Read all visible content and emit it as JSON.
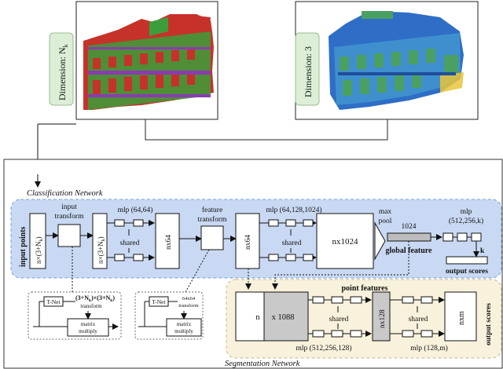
{
  "top": {
    "left_dimension_label": "Dimension: N",
    "left_dimension_sub": "k",
    "right_dimension_label": "Dimension: 3"
  },
  "classification": {
    "title": "Classification Network",
    "input_points": "input points",
    "input_matrix": "n×(3+N",
    "input_matrix_sub": "k",
    "input_transform": [
      "input",
      "transform"
    ],
    "transformed_matrix": "n×(3+N",
    "transformed_matrix_sub": "k",
    "mlp1": "mlp (64,64)",
    "shared1": "shared",
    "nx64a": "nx64",
    "feature_transform": [
      "feature",
      "transform"
    ],
    "nx64b": "nx64",
    "mlp2": "mlp (64,128,1024)",
    "shared2": "shared",
    "nx1024": "nx1024",
    "max_pool": [
      "max",
      "pool"
    ],
    "global_size": "1024",
    "global_feature": "global feature",
    "mlp3": [
      "mlp",
      "(512,256,k)"
    ],
    "k": "k",
    "output_scores": "output scores"
  },
  "tnet_input": {
    "label": "(3+N",
    "label_sub": "k",
    "label_tail": ")×(3+N",
    "label_sub2": "k",
    "label_end": ")",
    "tnet": "T-Net",
    "transform": "transform",
    "matrix": [
      "matrix",
      "multiply"
    ]
  },
  "tnet_feature": {
    "tnet": "T-Net",
    "label": [
      "64x64",
      "transform"
    ],
    "matrix": [
      "matrix",
      "multiply"
    ]
  },
  "segmentation": {
    "title": "Segmentation Network",
    "point_features": "point features",
    "n": "n",
    "x1088": "x 1088",
    "shared1": "shared",
    "nx128": "nx128",
    "shared2": "shared",
    "nxm": "nxm",
    "output_scores": "output scores",
    "mlp1": "mlp (512,256,128)",
    "mlp2": "mlp (128,m)"
  }
}
